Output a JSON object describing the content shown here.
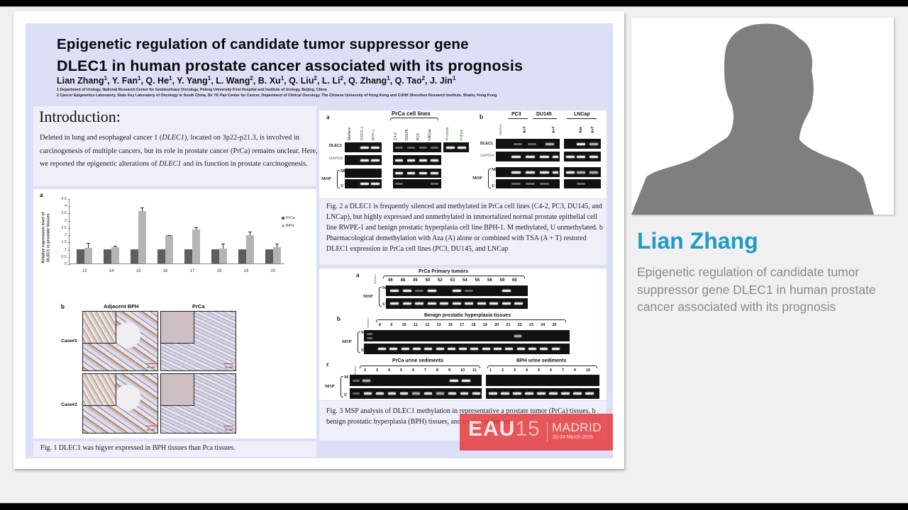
{
  "speaker": {
    "name": "Lian Zhang",
    "talk_title": "Epigenetic regulation of candidate tumor suppressor gene DLEC1 in human prostate cancer associated with its prognosis",
    "photo": "person-silhouette-placeholder",
    "name_color": "#1e9bc7"
  },
  "poster": {
    "title_line1": "Epigenetic regulation of candidate tumor suppressor gene",
    "title_line2": "DLEC1 in human prostate cancer associated with its prognosis",
    "authors": [
      {
        "name": "Lian Zhang",
        "aff": "1"
      },
      {
        "name": "Y. Fan",
        "aff": "1"
      },
      {
        "name": "Q. He",
        "aff": "1"
      },
      {
        "name": "Y. Yang",
        "aff": "1"
      },
      {
        "name": "L. Wang",
        "aff": "2"
      },
      {
        "name": "B. Xu",
        "aff": "1"
      },
      {
        "name": "Q. Liu",
        "aff": "2"
      },
      {
        "name": "L. Li",
        "aff": "2"
      },
      {
        "name": "Q. Zhang",
        "aff": "1"
      },
      {
        "name": "Q. Tao",
        "aff": "2"
      },
      {
        "name": "J. Jin",
        "aff": "1"
      }
    ],
    "affiliation1": "1 Department of Urology, National Research Center for Genitourinary Oncology, Peking University First Hospital and Institute of Urology, Beijing, China",
    "affiliation2": "2 Cancer Epigenetics Laboratory, State Key Laboratory of Oncology in South China, Sir YK Pao Center for Cancer, Department of Clinical Oncology, The Chinese University of Hong Kong and CUHK Shenzhen Research Institute, Shatin, Hong Kong",
    "introduction": {
      "heading": "Introduction:",
      "p1": "Deleted in lung and esophageal cancer 1 (",
      "gene": "DLEC1",
      "p2": "), located on 3p22-p21.3, is involved in carcinogenesis of multiple cancers, but its role in prostate cancer (PrCa) remains unclear. Here, we reported the epigenetic alterations of ",
      "p3": " and its function in prostate carcinogenesis."
    },
    "fig1": {
      "panel_a_label": "a",
      "panel_b_label": "b",
      "ihc_col_headers": [
        "Adjacent BPH",
        "PrCa"
      ],
      "ihc_row_headers": [
        "Case#1",
        "Case#2"
      ],
      "scale_bar": "50 μM",
      "caption": "Fig. 1 DLEC1 was higyer expressed in BPH tissues than Pca tissues."
    },
    "fig2": {
      "panel_a": {
        "label": "a",
        "group_header": "PrCa cell lines",
        "lanes_left": [
          "Markers",
          "RWPE-1",
          "BPH-1"
        ],
        "lanes_mid": [
          "C4-2",
          "DU145",
          "PC3",
          "LNCap"
        ],
        "lanes_right": [
          "Prostate",
          "Kidney"
        ],
        "rows": [
          "DLEC1",
          "GAPDH",
          "M",
          "U"
        ],
        "msp_label": "MSP"
      },
      "panel_b": {
        "label": "b",
        "groups": [
          "PC3",
          "DU145",
          "LNCap"
        ],
        "lane_markers": "Markers",
        "lane_aza": "Aza",
        "lane_at": "A+T",
        "rows": [
          "DLEC1",
          "GAPDH",
          "M",
          "U"
        ],
        "msp_label": "MSP"
      },
      "caption": "Fig. 2 a DLEC1 is frequently silenced and methylated in PrCa cell lines (C4-2, PC3, DU145, and LNCap), but highly  expressed and unmethylated in immortalized normal prostate epithelial  cell line RWPE-1 and benign prostatic hyperplasia cell line BPH-1. M methylated, U unmethylated. b Pharmacological demethylation with Aza (A) alone or combined with TSA (A + T) restored DLEC1 expression in PrCa cell lines (PC3, DU145, and LNCap"
    },
    "fig3": {
      "panel_a": {
        "label": "a",
        "header": "PrCa Primary tumors",
        "lanes": [
          "46",
          "48",
          "49",
          "50",
          "52",
          "53",
          "54",
          "55",
          "56",
          "59",
          "60"
        ]
      },
      "panel_b": {
        "label": "b",
        "header": "Benign prostatic hyperplasia tissues",
        "lanes": [
          "8",
          "9",
          "10",
          "11",
          "12",
          "13",
          "16",
          "17",
          "18",
          "19",
          "20",
          "21",
          "22",
          "23",
          "24",
          "25"
        ]
      },
      "panel_c": {
        "label": "c",
        "header_left": "PrCa urine sediments",
        "lanes_left": [
          "2",
          "3",
          "4",
          "5",
          "6",
          "7",
          "8",
          "9",
          "10",
          "11"
        ],
        "header_right": "BPH urine sediments",
        "lanes_right": [
          "1",
          "2",
          "3",
          "4",
          "5",
          "6",
          "7",
          "9",
          "10"
        ]
      },
      "markers": "Markers",
      "msp_label": "MSP",
      "m_label": "M",
      "u_label": "U",
      "caption": "Fig. 3 MSP analysis of DLEC1 methylation in representative a prostate tumor (PrCa) tissues, b benign prostatic hyperplasia (BPH) tissues, and c urine sediments."
    },
    "watermark": {
      "brand": "EAU",
      "year": "15",
      "city": "MADRID",
      "dates": "20-24 March 2015",
      "color": "#e43434"
    }
  },
  "chart_data": {
    "type": "bar",
    "title": "",
    "panel_label": "a",
    "xlabel": "",
    "ylabel": "Relative expression level of DLEC1 in prostate tissues",
    "categories": [
      "13",
      "14",
      "15",
      "16",
      "17",
      "18",
      "19",
      "20"
    ],
    "series": [
      {
        "name": "PrCa",
        "color": "#5e5e5e",
        "values": [
          1,
          1,
          1,
          1,
          1,
          1,
          1,
          1
        ],
        "errors": [
          0,
          0,
          0,
          0,
          0,
          0,
          0,
          0
        ]
      },
      {
        "name": "BPH",
        "color": "#b4b4b4",
        "values": [
          1.1,
          1.15,
          3.6,
          1.95,
          2.35,
          1.05,
          1.95,
          1.15
        ],
        "errors": [
          0.3,
          0.05,
          0.25,
          0.02,
          0.15,
          0.3,
          0.25,
          0.2
        ]
      }
    ],
    "yticks": [
      "0",
      "0.5",
      "1",
      "1.5",
      "2",
      "2.5",
      "3",
      "3.5",
      "4",
      "4.5"
    ],
    "ylim": [
      0,
      4.5
    ],
    "legend_position": "right",
    "grid": false
  }
}
